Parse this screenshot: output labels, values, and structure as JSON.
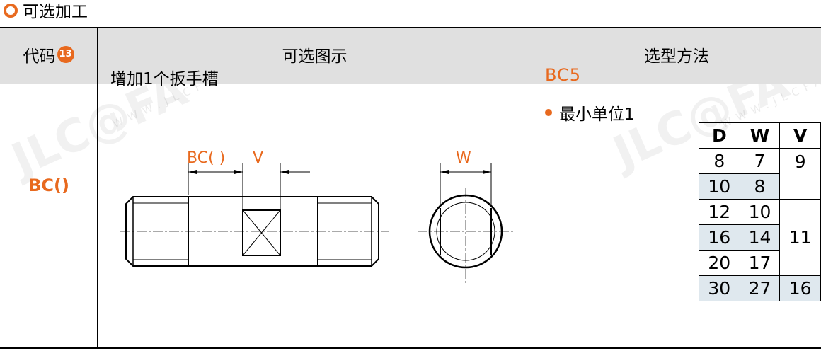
{
  "section_title": "可选加工",
  "header": {
    "code": "代码",
    "code_badge": "13",
    "diagram": "可选图示",
    "method": "选型方法"
  },
  "row": {
    "code": "BC()",
    "diagram_title": "增加1个扳手槽",
    "dim_bc": "BC( )",
    "dim_v": "V",
    "dim_w": "W",
    "method_code": "BC5",
    "method_note": "最小单位1"
  },
  "spec_table": {
    "headers": [
      "D",
      "W",
      "V"
    ],
    "rows": [
      {
        "D": "8",
        "W": "7"
      },
      {
        "D": "10",
        "W": "8"
      },
      {
        "D": "12",
        "W": "10"
      },
      {
        "D": "16",
        "W": "14"
      },
      {
        "D": "20",
        "W": "17"
      },
      {
        "D": "30",
        "W": "27"
      }
    ],
    "v_values": [
      "9",
      "11",
      "16"
    ]
  },
  "watermark": {
    "brand": "JLC@FA",
    "site": "WWW.JLCFA.COM"
  },
  "colors": {
    "accent": "#e8691e",
    "header_bg": "#e0e0e0",
    "row_shade": "#dfe8ee"
  }
}
